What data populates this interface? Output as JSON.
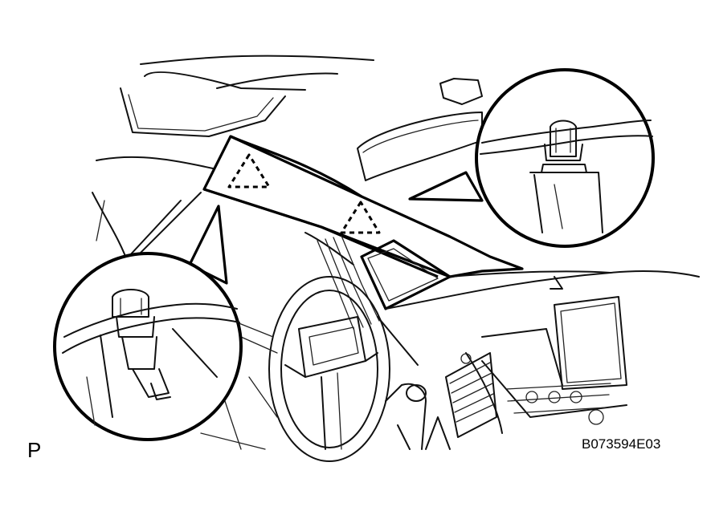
{
  "labels": {
    "view_marker": "P",
    "figure_id": "B073594E03"
  },
  "icons": [
    "caution-triangle-dashed",
    "caution-triangle-dashed"
  ]
}
